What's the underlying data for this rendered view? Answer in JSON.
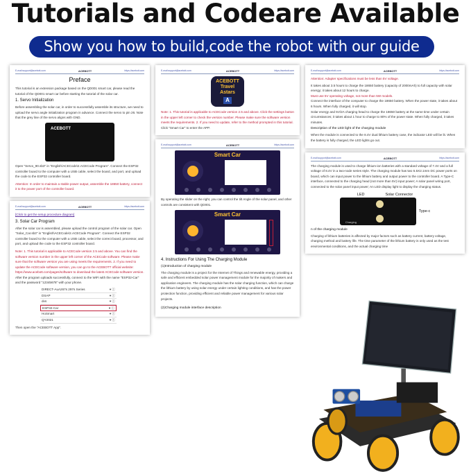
{
  "header": {
    "title": "Tutorials and Codeare Available",
    "subtitle": "Show you how to build,code the robot with our guide"
  },
  "doc_header": {
    "email": "E-mail:support@acebott.com",
    "logo": "ACEBOTT",
    "url": "https://acebott.com"
  },
  "page_preface": {
    "title": "Preface",
    "intro": "This tutorial is an extension package based on the QD001 smart car, please read the tutorial of the QD001 smart car before starting the tutorial of the solar car.",
    "section": "1. Servo Initialization",
    "body": "Before assembling the solar car, in order to successfully assemble its structure, we need to upload the servo angle initialization program in advance. Connect the servo to pin 26. Note that the grey line of the servo aligns with GND.",
    "board_label": "ACEBOTT",
    "open_text": "Open \"Servo_90.sb3\" in \"English\\ACECode\\2.ACECode Program\". Connect the ESP32 controller board to the computer with a USB cable, select the board, and port, and upload the code to the ESP32 controller board.",
    "attention": "Attention: In order to maintain a stable power output, assemble the 18650 battery, connect it to the power port of the controller board."
  },
  "page_app": {
    "app_icon_text": "ACEBOTT Travel Astars",
    "app_icon_letter": "A",
    "note": "Note: 1. This tutorial is applicable to ACECode version 2.5 and above. Click the settings button in the upper left corner to check the version number. Please make sure the software version meets the requirements. 2. If you need to update, refer to the method prompted in this tutorial.",
    "click": "Click \"Smart Car\" to enter the APP."
  },
  "page_right": {
    "attention": "Attention: Adapter specifications must be less than 5V voltage.",
    "body1": "It takes about 3.5 hours to charge the 18650 battery (capacity of 2000mAh) to full capacity with solar energy; it takes about 12 hours to charge.",
    "red2": "Must use 5V operating voltage, not more than 5W models.",
    "body2": "Connect the interface of the computer to charge the 18650 battery. When the power state, it takes about 6 hours. When fully charged, it will stop.",
    "body3": "Solar energy and 5V/2A charging head to charge the 18650 battery at the same time under certain circumstances; it takes about 1 hour to charge to 80% of the power state. When fully charged, it takes minutes.",
    "section": "Description of the LED light of the charging module",
    "body4": "When the module is connected to the 8.4V dual lithium battery case, the indicator LED will be lit. When the battery is fully charged, the LED lights go out."
  },
  "page_charging": {
    "body": "The charging module is used to charge lithium-ion batteries with a standard voltage of 7.4V and a full voltage of 8.4V in a two-node series style. The charging module has two 5.5X2.1mm DC power ports on board, which can input power to the lithium battery and output power to the controller board. A Type-C interface, connected to the charging head (not more than 5V) input power; A solar panel wiring port, connected to the solar panel input power; An LED display light to display the charging status.",
    "labels": {
      "led": "LED",
      "solar": "Solar Connector",
      "typec": "Type-c",
      "charging": "Charging"
    },
    "section": "n of the charging module",
    "body2": "Charging of lithium batteries is affected by major factors such as battery current, battery voltage, charging method and battery life. The time parameter of the lithium battery is only used as the test environmental conditions, and the actual charging time"
  },
  "page_smartcar": {
    "app_title": "Smart Car",
    "caption": "By operating the slider on the right, you can control the tilt Angle of the solar panel, and other controls are consistent with QD001.",
    "section": "4. Instructions For Using The Charging Module",
    "sub1": "(1)Introduction of charging module",
    "body": "The charging module is a project for the Internet of Things and renewable energy, providing a safe and efficient embedded solar power management module for the majority of makers and application engineers. The charging module has the solar charging function, which can charge the lithium battery by using solar energy under certain lighting conditions, and has the power protection function, providing efficient and reliable power management for various solar projects.",
    "sub2": "(2)Charging module interface description"
  },
  "page_solar": {
    "link": "[Click to get the setup procedure diagram]",
    "section": "3. Solar Car Program",
    "body": "After the solar car is assembled, please upload the control program of the solar car. Open \"Solar_Car.sb3\" in \"English\\ACECode\\2.ACECode Program\". Connect the ESP32 controller board to the computer with a USB cable, select the correct board, processor, and port, and upload the code to the ESP32 controller board.",
    "note": "Note: 1. This tutorial is applicable to ACECode version 2.5 and above. You can find the software version number in the upper left corner of the ACECode software. Please make sure that the software version you are using meets the requirements. 2. If you need to update the ACECode software version, you can go to the ACEBOTT official website: https://www.acebott.com/pages/software to download the latest ACECode software version.",
    "after": "After the program uploads successfully, connect to the WiFi with the name \"ESP32-Car\" and the password \"12345678\" with your phone.",
    "wifi": [
      "DIRECT-AuA267s 297s Series",
      "DSAP",
      "dxs",
      "ESP32-Car",
      "HoSmart",
      "QY2021"
    ],
    "selected_wifi": "ESP32-Car",
    "then": "Then open the \"ACEBOTT App\"."
  },
  "colors": {
    "banner": "#0f2b8f",
    "note_red": "#c0203a",
    "wheel_yellow": "#f2b01e"
  }
}
